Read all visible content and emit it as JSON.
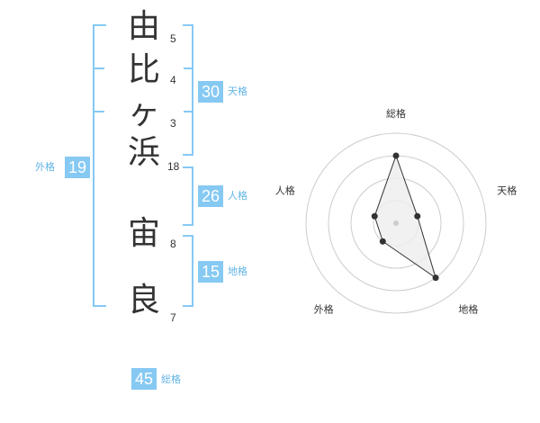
{
  "name_chars": [
    "由",
    "比",
    "ヶ",
    "浜",
    "宙",
    "良"
  ],
  "strokes": [
    "5",
    "4",
    "3",
    "18",
    "8",
    "7"
  ],
  "kakusu": {
    "tenkaku": {
      "value": "30",
      "label": "天格"
    },
    "jinkaku": {
      "value": "26",
      "label": "人格"
    },
    "chikaku": {
      "value": "15",
      "label": "地格"
    },
    "gaikaku": {
      "value": "19",
      "label": "外格"
    },
    "soukaku": {
      "value": "45",
      "label": "総格"
    }
  },
  "radar": {
    "axes": [
      "総格",
      "天格",
      "地格",
      "外格",
      "人格"
    ],
    "max": 4,
    "values": [
      3,
      1,
      3,
      1,
      1
    ],
    "colors": {
      "ring": "#cccccc",
      "fill": "#eeeeee",
      "line": "#333333",
      "dot": "#333333",
      "center": "#cccccc"
    }
  },
  "colors": {
    "bracket": "#86c9f3",
    "badge": "#86c9f3",
    "label": "#62b4e6"
  }
}
